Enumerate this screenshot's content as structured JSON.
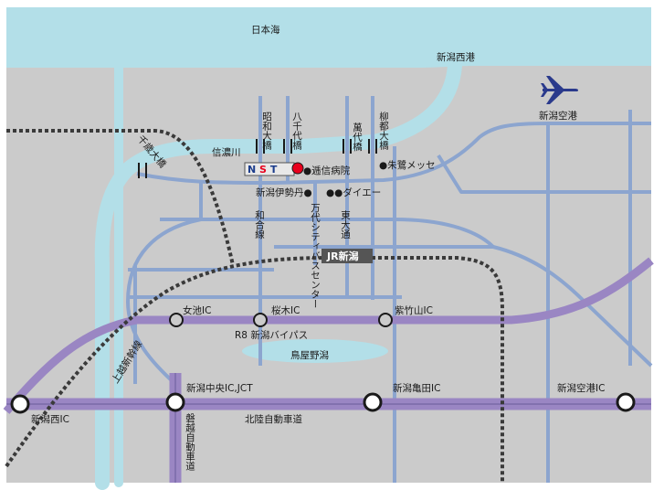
{
  "map": {
    "sea_label": "日本海",
    "port_nishi": "新潟西港",
    "airport_port": "新潟空港",
    "shinano_river": "信濃川",
    "bridges": {
      "senshu": "千歳大橋",
      "showa": "昭和大橋",
      "yachiyo": "八千代橋",
      "bandai": "萬代橋",
      "yanagitsu": "柳都大橋"
    },
    "nst_logo": "NST",
    "hospital": "●逓信病院",
    "toki_messe": "●朱鷺メッセ",
    "isetan": "新潟伊勢丹●",
    "daiei": "●●ダイエー",
    "bandai_city": "万代シティバスセンター",
    "higashi_odori": "東大通",
    "wago_line": "和合線",
    "jr_niigata": "JR新潟",
    "ic_nameike": "女池IC",
    "ic_sakuragi": "桜木IC",
    "ic_shichikuyama": "紫竹山IC",
    "bypass": "R8 新潟バイパス",
    "toriya_lake": "鳥屋野潟",
    "ic_chuo": "新潟中央IC,JCT",
    "ic_kameda": "新潟亀田IC",
    "ic_airport": "新潟空港IC",
    "ic_nishi": "新潟西IC",
    "hokuriku_expwy": "北陸自動車道",
    "bane_expwy": "磐越自動車道",
    "joetsu_shinkansen": "上越新幹線"
  },
  "colors": {
    "sea": "#b3dfe8",
    "land": "#cbcbcb",
    "road": "#8ca5cf",
    "expressway": "#9a86c3",
    "rail": "#3a3a3a",
    "plane": "#2a3a8c",
    "nst_red": "#e8001c"
  },
  "icons": [
    "airplane-icon",
    "nst-logo-icon",
    "hospital-marker-icon",
    "ic-node-icon"
  ]
}
